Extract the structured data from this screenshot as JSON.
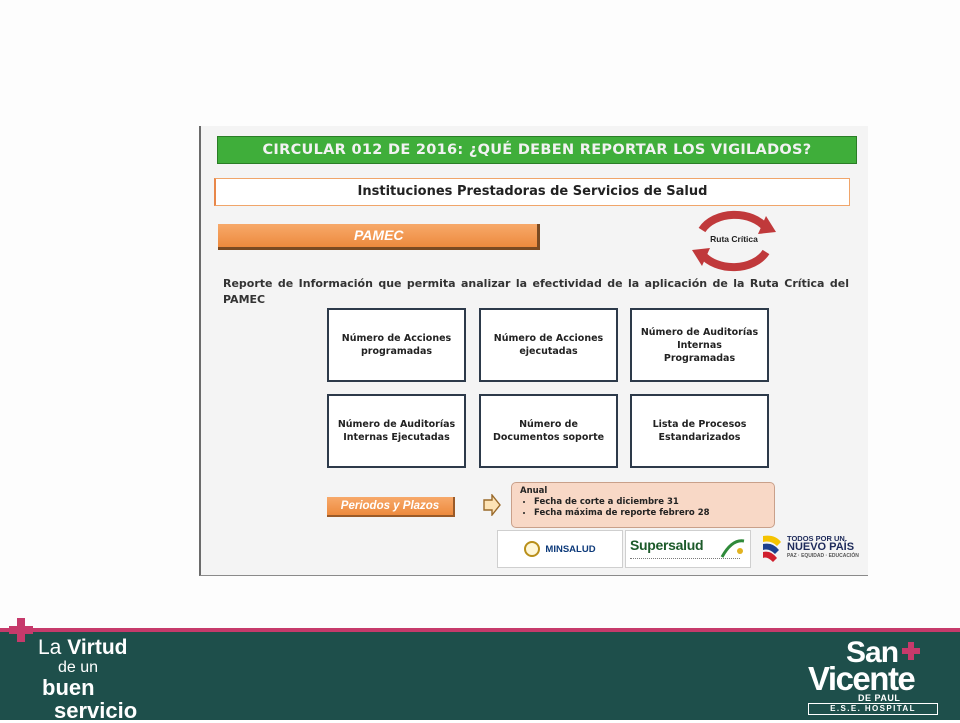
{
  "slide": {
    "title_bar": "CIRCULAR 012 DE 2016: ¿QUÉ DEBEN REPORTAR LOS VIGILADOS?",
    "subtitle": "Instituciones Prestadoras de Servicios de Salud",
    "pamec_label": "PAMEC",
    "ruta_critica_label": "Ruta Crítica",
    "report_text": "Reporte de Información que permita analizar la efectividad de la aplicación de la Ruta Crítica del PAMEC",
    "boxes": [
      "Número de Acciones programadas",
      "Número de Acciones ejecutadas",
      "Número de Auditorías Internas Programadas",
      "Número de Auditorías Internas Ejecutadas",
      "Número de Documentos soporte",
      "Lista de Procesos Estandarizados"
    ],
    "periodos_label": "Periodos y Plazos",
    "anual": {
      "heading": "Anual",
      "items": [
        "Fecha de corte a diciembre 31",
        "Fecha máxima de reporte febrero 28"
      ]
    },
    "logos": {
      "minsalud": "MINSALUD",
      "supersalud": "Supersalud",
      "nuevo_pais_line1": "TODOS POR UN",
      "nuevo_pais_line2": "NUEVO PAÍS",
      "nuevo_pais_line3": "PAZ · EQUIDAD · EDUCACIÓN"
    }
  },
  "footer": {
    "slogan_line1_a": "La",
    "slogan_line1_b": "Virtud",
    "slogan_line2": "de un",
    "slogan_line3": "buen",
    "slogan_line4": "servicio",
    "logo_san": "San",
    "logo_vicente": "Vicente",
    "logo_depaul": "DE PAUL",
    "logo_ese": "E.S.E. HOSPITAL"
  },
  "colors": {
    "title_green": "#3fae3a",
    "orange": "#ed8a3d",
    "footer_teal": "#1e4f4b",
    "footer_stripe": "#c63a6b",
    "ruta_red": "#c0393b"
  },
  "icons": [
    "ruta-critica-cycle-icon",
    "arrow-right-icon",
    "plus-cross-icon"
  ]
}
